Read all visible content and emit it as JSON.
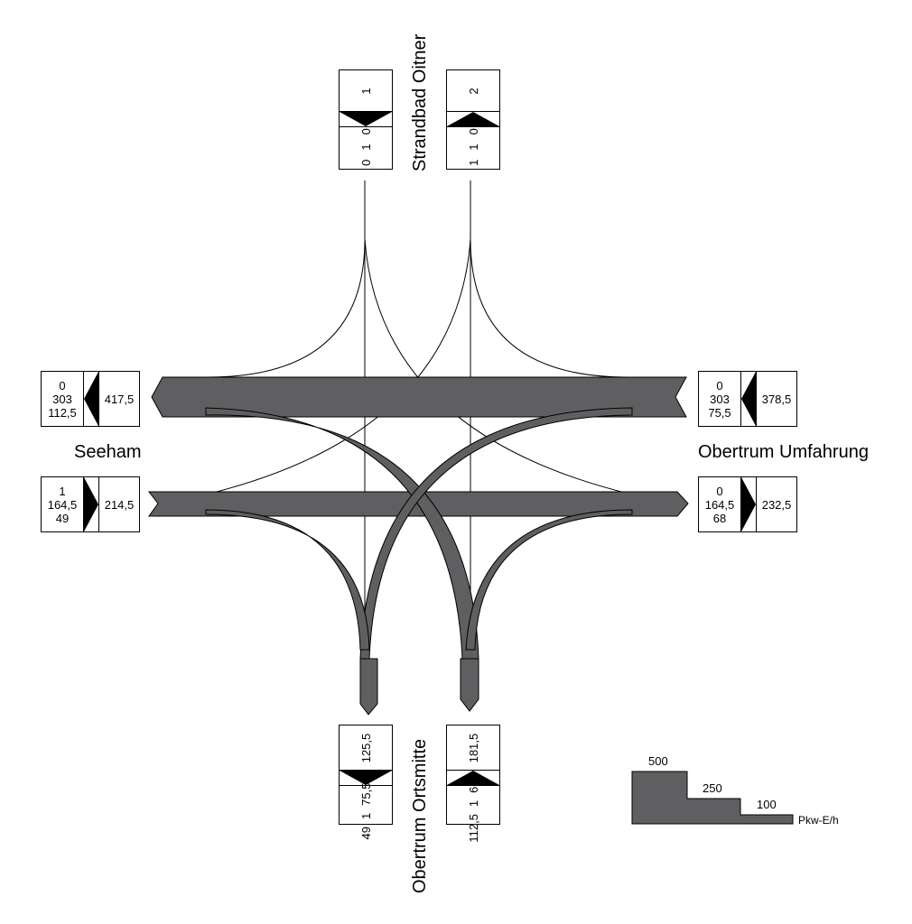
{
  "directions": {
    "north": {
      "name": "Strandbad Oitner",
      "in_box": {
        "total": "1",
        "turns": [
          "0",
          "1",
          "0"
        ]
      },
      "out_box": {
        "total": "2",
        "turns": [
          "1",
          "1",
          "0"
        ]
      }
    },
    "south": {
      "name": "Obertrum Ortsmitte",
      "in_box": {
        "total": "125,5",
        "turns": [
          "49",
          "1",
          "75,5"
        ]
      },
      "out_box": {
        "total": "181,5",
        "turns": [
          "112,5",
          "1",
          "68"
        ]
      }
    },
    "west": {
      "name": "Seeham",
      "in_box": {
        "total": "417,5",
        "turns": [
          "0",
          "303",
          "112,5"
        ]
      },
      "out_box": {
        "total": "214,5",
        "turns": [
          "1",
          "164,5",
          "49"
        ]
      }
    },
    "east": {
      "name": "Obertrum Umfahrung",
      "in_box": {
        "total": "378,5",
        "turns": [
          "0",
          "303",
          "75,5"
        ]
      },
      "out_box": {
        "total": "232,5",
        "turns": [
          "0",
          "164,5",
          "68"
        ]
      }
    }
  },
  "legend": {
    "steps": [
      "500",
      "250",
      "100"
    ],
    "unit": "Pkw-E/h"
  },
  "colors": {
    "flow": "#5f5f61"
  }
}
